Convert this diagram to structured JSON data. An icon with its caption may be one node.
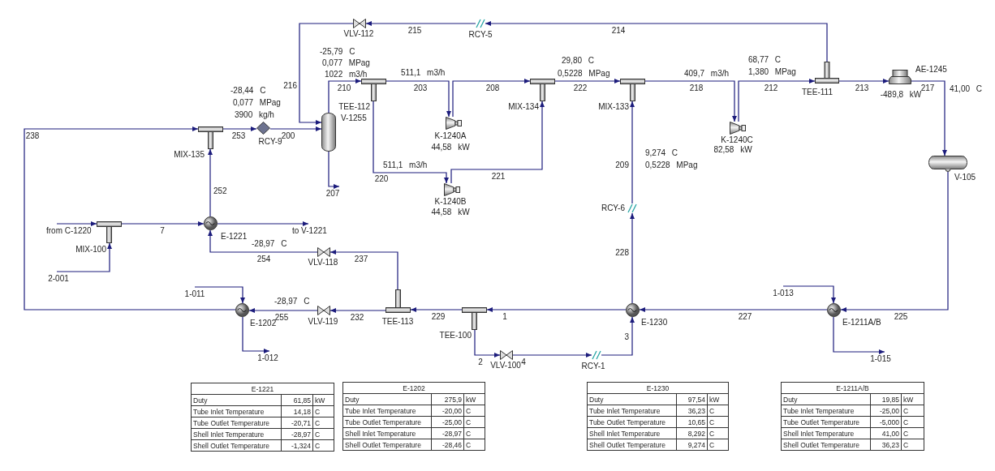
{
  "diagram": {
    "nodes": [
      {
        "text": [
          "V-1255"
        ]
      },
      {
        "text": [
          "TEE-112"
        ]
      },
      {
        "text": [
          "K-1240A"
        ],
        "beside": [
          "44,58 kW"
        ]
      },
      {
        "text": [
          "MIX-134"
        ]
      },
      {
        "text": [
          "MIX-133"
        ]
      },
      {
        "text": [
          "K-1240B"
        ],
        "beside": [
          "44,58 kW"
        ]
      },
      {
        "text": [
          "K-1240C"
        ],
        "beside": [
          "82,58 kW"
        ]
      },
      {
        "text": [
          "TEE-111"
        ]
      },
      {
        "text": [
          "AE-1245"
        ],
        "beside": [
          "-489,8 kW"
        ]
      },
      {
        "text": [
          "V-105"
        ]
      },
      {
        "text": [
          "VLV-112"
        ]
      },
      {
        "text": [
          "RCY-5"
        ]
      },
      {
        "text": [
          "RCY-9"
        ]
      },
      {
        "text": [
          "MIX-135"
        ]
      },
      {
        "text": [
          "E-1221"
        ]
      },
      {
        "text": [
          "MIX-100"
        ]
      },
      {
        "text": [
          "VLV-118"
        ]
      },
      {
        "text": [
          "TEE-113"
        ]
      },
      {
        "text": [
          "VLV-119"
        ]
      },
      {
        "text": [
          "E-1202"
        ]
      },
      {
        "text": [
          "TEE-100"
        ]
      },
      {
        "text": [
          "VLV-100"
        ]
      },
      {
        "text": [
          "RCY-1"
        ]
      },
      {
        "text": [
          "E-1230"
        ]
      },
      {
        "text": [
          "E-1211A/B"
        ]
      },
      {
        "text": [
          "RCY-6"
        ]
      }
    ],
    "edges": [
      {
        "from": 10,
        "to": 0,
        "arrow": "to",
        "label": "216"
      },
      {
        "from": 11,
        "to": 10,
        "arrow": "to",
        "label": "215"
      },
      {
        "from": 7,
        "to": 11,
        "arrow": "to",
        "label": "214"
      },
      {
        "from": 0,
        "to": 1,
        "arrow": "to",
        "label": "210"
      },
      {
        "from": 1,
        "to": 2,
        "arrow": "to",
        "label": "203"
      },
      {
        "from": 1,
        "to": 5,
        "arrow": "to",
        "label": "220"
      },
      {
        "from": 2,
        "to": 3,
        "arrow": "to",
        "label": "208"
      },
      {
        "from": 5,
        "to": 3,
        "arrow": "to",
        "label": "221"
      },
      {
        "from": 3,
        "to": 4,
        "arrow": "to",
        "label": "222"
      },
      {
        "from": 25,
        "to": 4,
        "arrow": "to",
        "label": "209"
      },
      {
        "from": 23,
        "to": 25,
        "arrow": "to",
        "label": "228"
      },
      {
        "from": 4,
        "to": 6,
        "arrow": "to",
        "label": "218"
      },
      {
        "from": 6,
        "to": 7,
        "arrow": "to",
        "label": "212"
      },
      {
        "from": 7,
        "to": 8,
        "arrow": "to",
        "label": "213"
      },
      {
        "from": 8,
        "to": 9,
        "arrow": "to",
        "label": "217"
      },
      {
        "from": 9,
        "to": 24,
        "arrow": "to",
        "label": "225"
      },
      {
        "from": 24,
        "to": 23,
        "arrow": "to",
        "label": "227"
      },
      {
        "from": 23,
        "to": 20,
        "arrow": "to",
        "label": "1"
      },
      {
        "from": 20,
        "to": 17,
        "arrow": "to",
        "label": "229"
      },
      {
        "from": 20,
        "to": 21,
        "arrow": "to",
        "label": "2"
      },
      {
        "from": 21,
        "to": 22,
        "arrow": "to",
        "label": "4"
      },
      {
        "from": 22,
        "to": 23,
        "arrow": "to",
        "label": "3"
      },
      {
        "from": 17,
        "to": 16,
        "arrow": "to",
        "label": "237"
      },
      {
        "from": 16,
        "to": 14,
        "arrow": "to",
        "label": "254"
      },
      {
        "from": 14,
        "to": 13,
        "arrow": "to",
        "label": "252"
      },
      {
        "from": 13,
        "to": 12,
        "arrow": "to",
        "label": "253"
      },
      {
        "from": 12,
        "to": 0,
        "arrow": "to",
        "label": "200"
      },
      {
        "from": 0,
        "to": null,
        "arrow": "to",
        "label": "207"
      },
      {
        "from": 17,
        "to": 18,
        "arrow": "to",
        "label": "232"
      },
      {
        "from": 18,
        "to": 19,
        "arrow": "to",
        "label": "255"
      },
      {
        "from": 19,
        "to": 13,
        "arrow": "to",
        "label": "238"
      },
      {
        "from": 15,
        "to": 14,
        "arrow": "to",
        "label": "7"
      },
      {
        "from": null,
        "to": 15,
        "arrow": "to",
        "label": "from C-1220"
      },
      {
        "from": null,
        "to": 15,
        "arrow": "to",
        "label": "2-001"
      },
      {
        "from": 14,
        "to": null,
        "arrow": "to",
        "label": "to V-1221"
      },
      {
        "from": null,
        "to": 19,
        "arrow": "to",
        "label": "1-011"
      },
      {
        "from": 19,
        "to": null,
        "arrow": "to",
        "label": "1-012"
      },
      {
        "from": null,
        "to": 24,
        "arrow": "to",
        "label": "1-013"
      },
      {
        "from": 24,
        "to": null,
        "arrow": "to",
        "label": "1-015"
      }
    ],
    "labels": [
      "-28,44 C",
      "0,077 MPag",
      "3900 kg/h",
      "-25,79 C",
      "0,077 MPag",
      "1022 m3/h",
      "511,1 m3/h",
      "511,1 m3/h",
      "29,80 C",
      "0,5228 MPag",
      "409,7 m3/h",
      "68,77 C",
      "1,380 MPag",
      "9,274 C",
      "0,5228 MPag",
      "41,00 C",
      "-28,97 C",
      "-28,97 C",
      "E-1221",
      "Duty",
      "61,85",
      "kW",
      "Tube Inlet Temperature",
      "14,18",
      "C",
      "Tube Outlet Temperature",
      "-20,71",
      "C",
      "Shell Inlet Temperature",
      "-28,97",
      "C",
      "Shell Outlet Temperature",
      "-1,324",
      "C",
      "E-1202",
      "Duty",
      "275,9",
      "kW",
      "Tube Inlet Temperature",
      "-20,00",
      "C",
      "Tube Outlet Temperature",
      "-25,00",
      "C",
      "Shell Inlet Temperature",
      "-28,97",
      "C",
      "Shell Outlet Temperature",
      "-28,46",
      "C",
      "E-1230",
      "Duty",
      "97,54",
      "kW",
      "Tube Inlet Temperature",
      "36,23",
      "C",
      "Tube Outlet Temperature",
      "10,65",
      "C",
      "Shell Inlet Temperature",
      "8,292",
      "C",
      "Shell Outlet Temperature",
      "9,274",
      "C",
      "E-1211A/B",
      "Duty",
      "19,85",
      "kW",
      "Tube Inlet Temperature",
      "-25,00",
      "C",
      "Tube Outlet Temperature",
      "-5,000",
      "C",
      "Shell Inlet Temperature",
      "41,00",
      "C",
      "Shell Outlet Temperature",
      "36,23",
      "C"
    ]
  }
}
